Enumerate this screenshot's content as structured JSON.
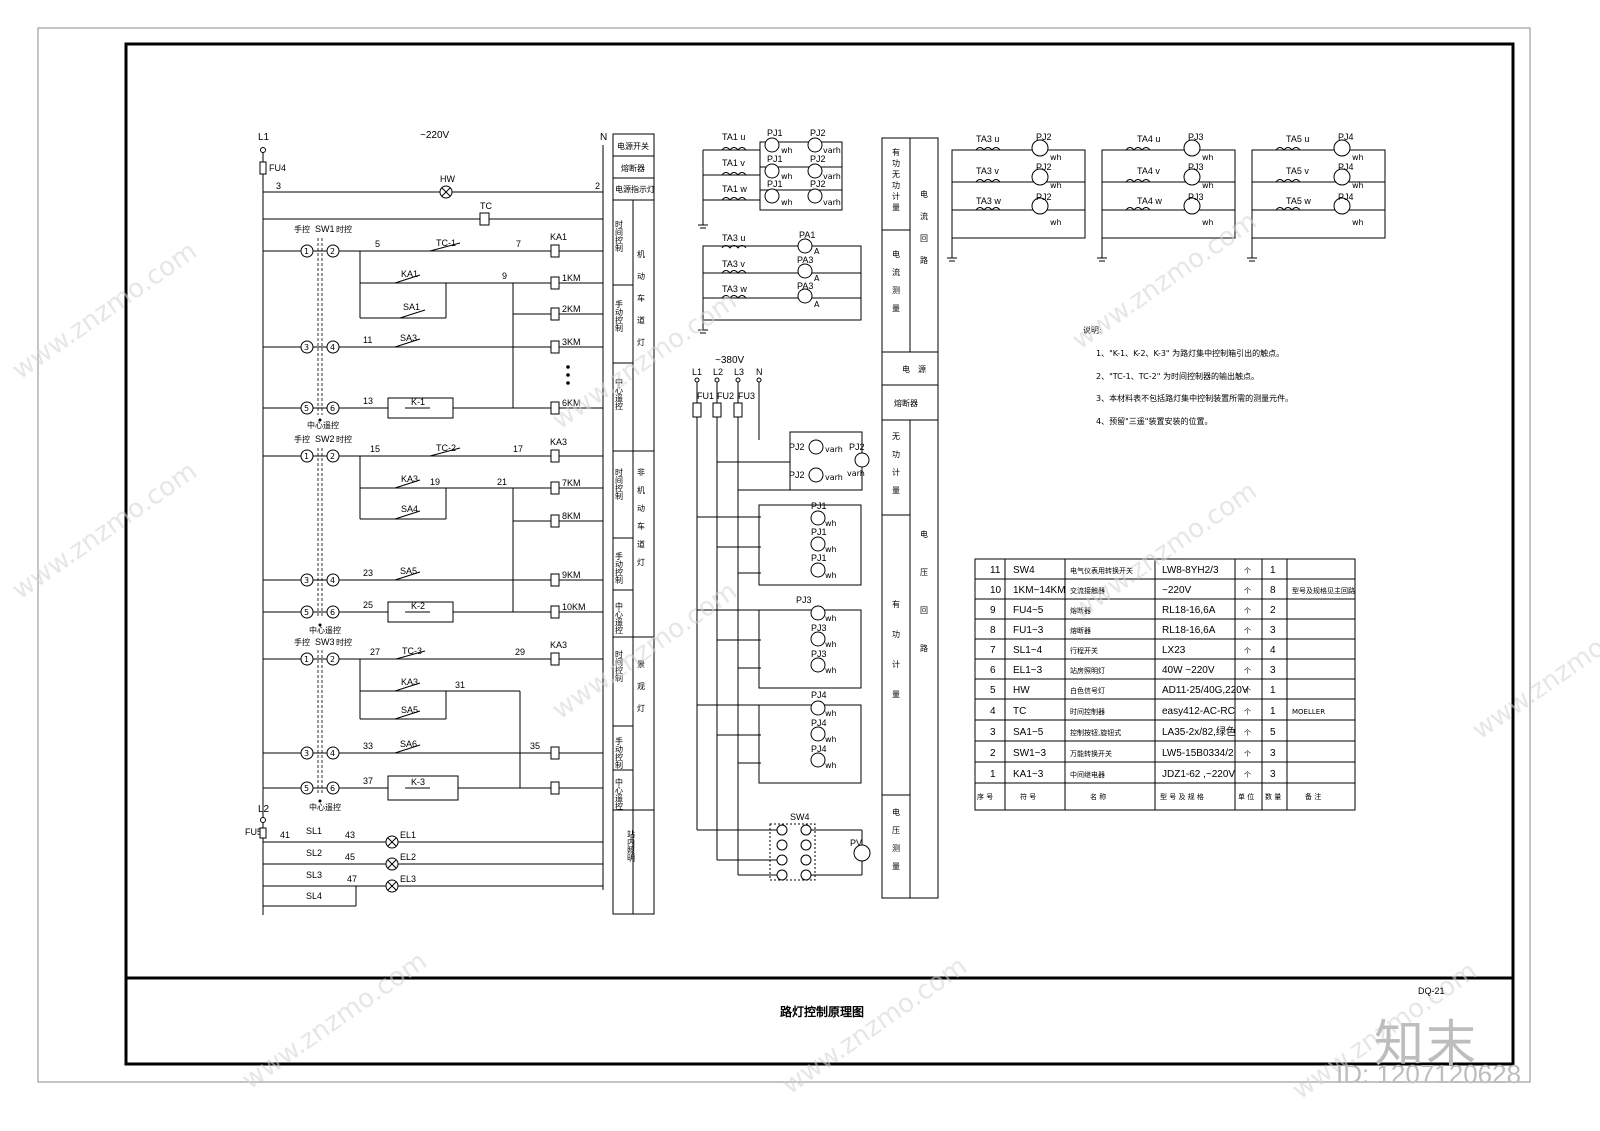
{
  "title_block": {
    "title": "路灯控制原理图",
    "code": "DQ-21"
  },
  "supply": {
    "l1": "L1",
    "n": "N",
    "voltage_1ph": "~220V",
    "fuse_main": "FU4",
    "l2": "L2",
    "fuse_l2": "FU5"
  },
  "wire_numbers": [
    "3",
    "2",
    "5",
    "7",
    "9",
    "11",
    "13",
    "15",
    "17",
    "19",
    "21",
    "23",
    "25",
    "27",
    "29",
    "31",
    "33",
    "35",
    "37",
    "41",
    "43",
    "45",
    "47"
  ],
  "components": {
    "hw": "HW",
    "tc": "TC",
    "switches": [
      "SW1",
      "SW2",
      "SW3"
    ],
    "switch_labels": {
      "manual": "手控",
      "time": "时控",
      "remote": "中心遥控"
    },
    "contacts": [
      "TC-1",
      "TC-2",
      "TC-3",
      "KA1",
      "KA3",
      "SA1",
      "SA3",
      "SA4",
      "SA5",
      "SA6",
      "K-1",
      "K-2",
      "K-3"
    ],
    "coils": [
      "KA1",
      "1KM",
      "2KM",
      "3KM",
      "6KM",
      "KA3",
      "7KM",
      "8KM",
      "9KM",
      "10KM",
      "KA3"
    ],
    "lamp_switches": [
      "SL1",
      "SL2",
      "SL3",
      "SL4"
    ],
    "lamps": [
      "EL1",
      "EL2",
      "EL3"
    ],
    "terminals": [
      "1",
      "2",
      "3",
      "4",
      "5",
      "6"
    ]
  },
  "side_column_1": [
    "电源开关",
    "熔断器",
    "电源指示灯",
    "时间控制",
    "手动控制",
    "中心遥控",
    "时间控制",
    "手动控制",
    "中心遥控",
    "时间控制",
    "手动控制",
    "中心遥控",
    "站内照明"
  ],
  "side_column_2": [
    "机动车道灯",
    "非机动车道灯",
    "景观灯"
  ],
  "meter_panel": {
    "top_cts": [
      "TA1 u",
      "TA1 v",
      "TA1 w"
    ],
    "top_meters": [
      [
        "PJ1",
        "wh"
      ],
      [
        "PJ2",
        "varh"
      ],
      [
        "PJ1",
        "wh"
      ],
      [
        "PJ2",
        "varh"
      ],
      [
        "PJ1",
        "wh"
      ],
      [
        "PJ2",
        "varh"
      ]
    ],
    "ammeter_cts": [
      "TA3 u",
      "TA3 v",
      "TA3 w"
    ],
    "ammeters": [
      "PA1",
      "PA3",
      "PA3"
    ],
    "ammeter_unit": "A",
    "three_phase": {
      "voltage": "~380V",
      "lines": [
        "L1",
        "L2",
        "L3",
        "N"
      ],
      "fuses": [
        "FU1",
        "FU2",
        "FU3"
      ]
    },
    "varh_meters": [
      "PJ2",
      "PJ2",
      "PJ2"
    ],
    "wh_groups": [
      "PJ1",
      "PJ1",
      "PJ1",
      "PJ3",
      "PJ3",
      "PJ3",
      "PJ4",
      "PJ4",
      "PJ4"
    ],
    "switch": "SW4",
    "voltmeter": "PV"
  },
  "meter_column": [
    "有功无功计量",
    "电流回路",
    "电流测量",
    "电源",
    "熔断器",
    "无功计量",
    "电压回路",
    "有功计量",
    "电压测量"
  ],
  "ct_groups": [
    {
      "cts": [
        "TA3 u",
        "TA3 v",
        "TA3 w"
      ],
      "meter": [
        "PJ2",
        "PJ2",
        "PJ2"
      ]
    },
    {
      "cts": [
        "TA4 u",
        "TA4 v",
        "TA4 w"
      ],
      "meter": [
        "PJ3",
        "PJ3",
        "PJ3"
      ]
    },
    {
      "cts": [
        "TA5 u",
        "TA5 v",
        "TA5 w"
      ],
      "meter": [
        "PJ4",
        "PJ4",
        "PJ4"
      ]
    }
  ],
  "notes": {
    "heading": "说明:",
    "items": [
      "1、\"K-1、K-2、K-3\" 为路灯集中控制箱引出的触点。",
      "2、\"TC-1、TC-2\" 为时间控制器的输出触点。",
      "3、本材料表不包括路灯集中控制装置所需的测量元件。",
      "4、预留\"三遥\"装置安装的位置。"
    ]
  },
  "bom": {
    "header": [
      "序 号",
      "符 号",
      "名 称",
      "型 号 及 规 格",
      "单 位",
      "数 量",
      "备 注"
    ],
    "rows": [
      [
        "11",
        "SW4",
        "电气仪表用转换开关",
        "LW8-8YH2/3",
        "个",
        "1",
        ""
      ],
      [
        "10",
        "1KM~14KM",
        "交流接触器",
        "~220V",
        "个",
        "8",
        "型号及规格见主回路"
      ],
      [
        "9",
        "FU4~5",
        "熔断器",
        "RL18-16,6A",
        "个",
        "2",
        ""
      ],
      [
        "8",
        "FU1~3",
        "熔断器",
        "RL18-16,6A",
        "个",
        "3",
        ""
      ],
      [
        "7",
        "SL1~4",
        "行程开关",
        "LX23",
        "个",
        "4",
        ""
      ],
      [
        "6",
        "EL1~3",
        "站房照明灯",
        "40W ~220V",
        "个",
        "3",
        ""
      ],
      [
        "5",
        "HW",
        "白色信号灯",
        "AD11-25/40G,220V",
        "个",
        "1",
        ""
      ],
      [
        "4",
        "TC",
        "时间控制器",
        "easy412-AC-RC",
        "个",
        "1",
        "MOELLER"
      ],
      [
        "3",
        "SA1~5",
        "控制按钮,旋钮式",
        "LA35-2x/82,绿色",
        "个",
        "5",
        ""
      ],
      [
        "2",
        "SW1~3",
        "万能转换开关",
        "LW5-15B0334/2",
        "个",
        "3",
        ""
      ],
      [
        "1",
        "KA1~3",
        "中间继电器",
        "JDZ1-62 ,~220V",
        "个",
        "3",
        ""
      ]
    ]
  },
  "watermark": {
    "site": "www.znzmo.com",
    "brand": "知末",
    "id": "ID: 1207120628"
  }
}
